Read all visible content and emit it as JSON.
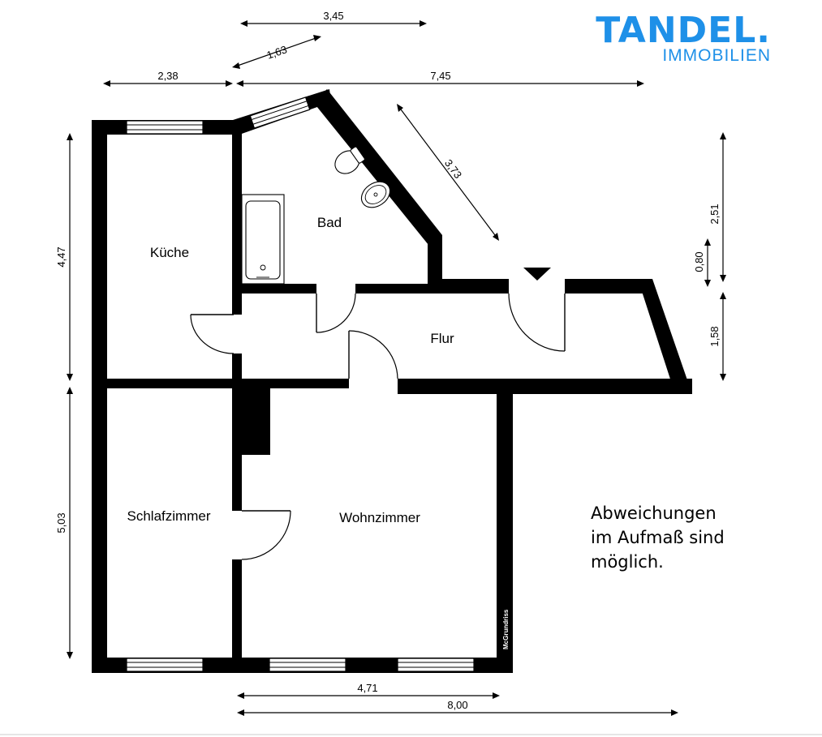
{
  "brand": {
    "name": "TANDEL.",
    "tagline": "IMMOBILIEN",
    "color": "#1e90e8"
  },
  "rooms": {
    "kueche": "Küche",
    "bad": "Bad",
    "flur": "Flur",
    "schlafzimmer": "Schlafzimmer",
    "wohnzimmer": "Wohnzimmer"
  },
  "dimensions": {
    "top_bath": "3,45",
    "bath_window": "1,63",
    "top_left": "2,38",
    "top_right": "7,45",
    "diagonal": "3,73",
    "left_upper": "4,47",
    "left_lower": "5,03",
    "right_upper": "2,51",
    "right_step": "0,80",
    "right_lower": "1,58",
    "bottom_living": "4,71",
    "bottom_total": "8,00"
  },
  "note": {
    "line1": "Abweichungen",
    "line2": "im Aufmaß sind",
    "line3": "möglich."
  },
  "watermark": "McGrundriss"
}
